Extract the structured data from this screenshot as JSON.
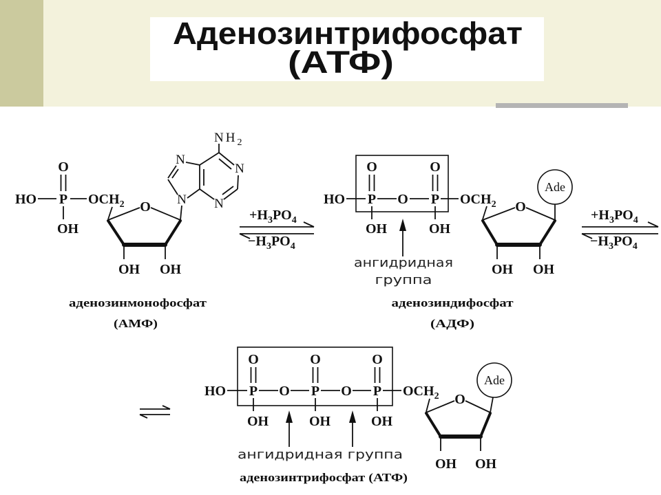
{
  "theme": {
    "top_band": "#f3f2dc",
    "left_strip": "#cbca9e",
    "accent_bar": "#b4b4b4",
    "title_box": "#ffffff",
    "ink": "#111111"
  },
  "title": {
    "line1": "Аденозинтрифосфат",
    "line2": "(АТФ)"
  },
  "amp": {
    "phosphate": {
      "o_double": "O",
      "ho": "HO",
      "p": "P",
      "och2": {
        "main": "OCH",
        "sub": "2"
      },
      "oh": "OH"
    },
    "ribose": {
      "ring_o": "O",
      "oh_3": "OH",
      "oh_2": "OH"
    },
    "adenine": {
      "nh2": {
        "main": "NH",
        "sub": "2"
      },
      "n1": "N",
      "n3": "N",
      "n7": "N",
      "n9": "N"
    },
    "name": "аденозинмонофосфат",
    "abbr": "(АМФ)"
  },
  "reaction_amp_adp": {
    "forward": {
      "prefix": "+H",
      "sub1": "3",
      "mid": "PO",
      "sub2": "4"
    },
    "reverse": {
      "prefix": "−H",
      "sub1": "3",
      "mid": "PO",
      "sub2": "4"
    }
  },
  "adp": {
    "ho": "HO",
    "phosphates": [
      {
        "o_double": "O",
        "p": "P",
        "oh": "OH"
      },
      {
        "o_double": "O",
        "p": "P",
        "oh": "OH"
      }
    ],
    "bridge_o": [
      "O"
    ],
    "och2": {
      "main": "OCH",
      "sub": "2"
    },
    "anhydride_label": [
      "ангидридная",
      "группа"
    ],
    "ribose": {
      "ring_o": "O",
      "oh_3": "OH",
      "oh_2": "OH"
    },
    "base": "Ade",
    "name": "аденозиндифосфат",
    "abbr": "(АДФ)"
  },
  "reaction_adp_atp": {
    "forward": {
      "prefix": "+H",
      "sub1": "3",
      "mid": "PO",
      "sub2": "4"
    },
    "reverse": {
      "prefix": "−H",
      "sub1": "3",
      "mid": "PO",
      "sub2": "4"
    }
  },
  "atp": {
    "ho": "HO",
    "phosphates": [
      {
        "o_double": "O",
        "p": "P",
        "oh": "OH"
      },
      {
        "o_double": "O",
        "p": "P",
        "oh": "OH"
      },
      {
        "o_double": "O",
        "p": "P",
        "oh": "OH"
      }
    ],
    "bridge_o": [
      "O",
      "O"
    ],
    "och2": {
      "main": "OCH",
      "sub": "2"
    },
    "anhydride_label": "ангидридная группа",
    "ribose": {
      "ring_o": "O",
      "oh_3": "OH",
      "oh_2": "OH"
    },
    "base": "Ade",
    "name": "аденозинтрифосфат (АТФ)"
  }
}
